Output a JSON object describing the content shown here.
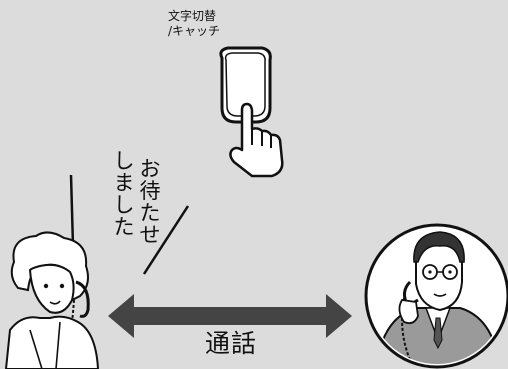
{
  "key_label": "文字切替\n/キャッチ",
  "speech_col1": "お待たせ",
  "speech_col2": "しました",
  "talk_label": "通話",
  "icons": {
    "key": "key-button-icon",
    "hand": "pointing-hand-icon",
    "woman": "woman-on-phone-icon",
    "man": "man-on-phone-icon",
    "arrow": "double-arrow-icon"
  },
  "colors": {
    "background": "#dcdcdc",
    "arrow": "#444444",
    "line": "#111111",
    "face": "#ffffff",
    "suit": "#9a9a9a"
  }
}
